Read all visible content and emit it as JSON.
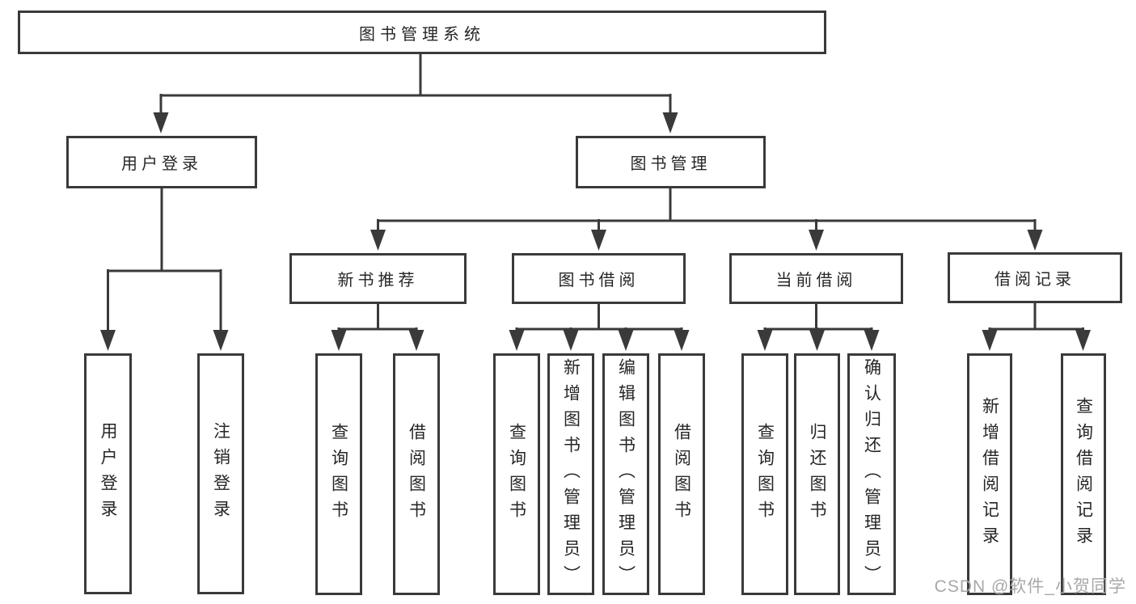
{
  "diagram": {
    "title": "图书管理系统",
    "root": {
      "label": "图书管理系统"
    },
    "branches": [
      {
        "label": "用户登录",
        "children": [
          {
            "label": "用户登录"
          },
          {
            "label": "注销登录"
          }
        ]
      },
      {
        "label": "图书管理",
        "children": [
          {
            "label": "新书推荐",
            "children": [
              {
                "label": "查询图书"
              },
              {
                "label": "借阅图书"
              }
            ]
          },
          {
            "label": "图书借阅",
            "children": [
              {
                "label": "查询图书"
              },
              {
                "label": "新增图书（管理员）"
              },
              {
                "label": "编辑图书（管理员）"
              },
              {
                "label": "借阅图书"
              }
            ]
          },
          {
            "label": "当前借阅",
            "children": [
              {
                "label": "查询图书"
              },
              {
                "label": "归还图书"
              },
              {
                "label": "确认归还（管理员）"
              }
            ]
          },
          {
            "label": "借阅记录",
            "children": [
              {
                "label": "新增借阅记录"
              },
              {
                "label": "查询借阅记录"
              }
            ]
          }
        ]
      }
    ]
  },
  "watermark": {
    "text": "CSDN @软件_小贺同学"
  },
  "colors": {
    "line": "#3a3a3a",
    "box_border": "#3a3a3a",
    "box_background": "#ffffff",
    "text": "#262626",
    "watermark": "#a8a8a8"
  }
}
